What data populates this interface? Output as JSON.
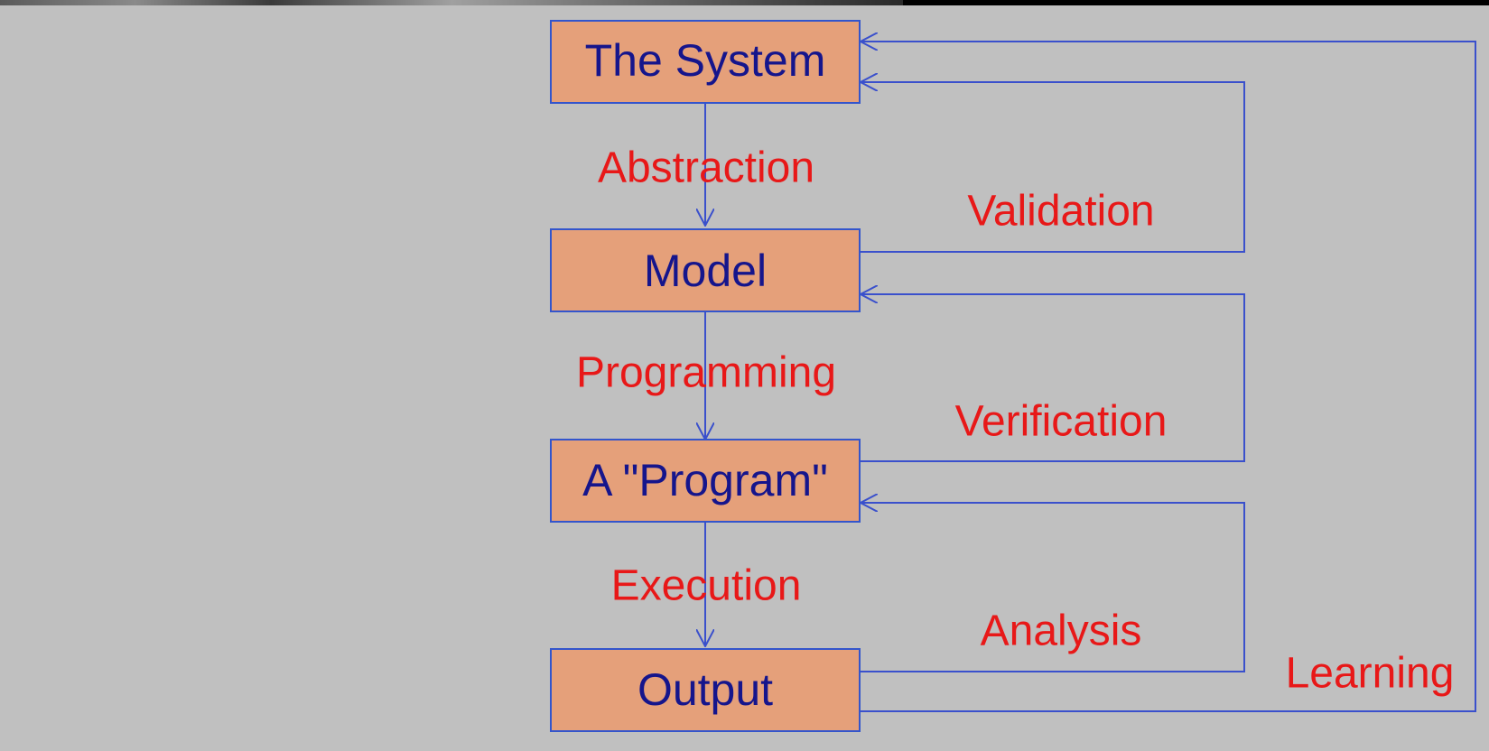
{
  "diagram": {
    "boxes": [
      {
        "id": "system",
        "label": "The System"
      },
      {
        "id": "model",
        "label": "Model"
      },
      {
        "id": "program",
        "label": "A \"Program\""
      },
      {
        "id": "output",
        "label": "Output"
      }
    ],
    "down_labels": [
      "Abstraction",
      "Programming",
      "Execution"
    ],
    "feedback_labels": [
      "Validation",
      "Verification",
      "Analysis",
      "Learning"
    ]
  },
  "colors": {
    "background": "#c0c0c0",
    "box_fill": "#e5a07a",
    "box_text": "#15158c",
    "edge_text": "#e81818",
    "line": "#3a50cc"
  }
}
